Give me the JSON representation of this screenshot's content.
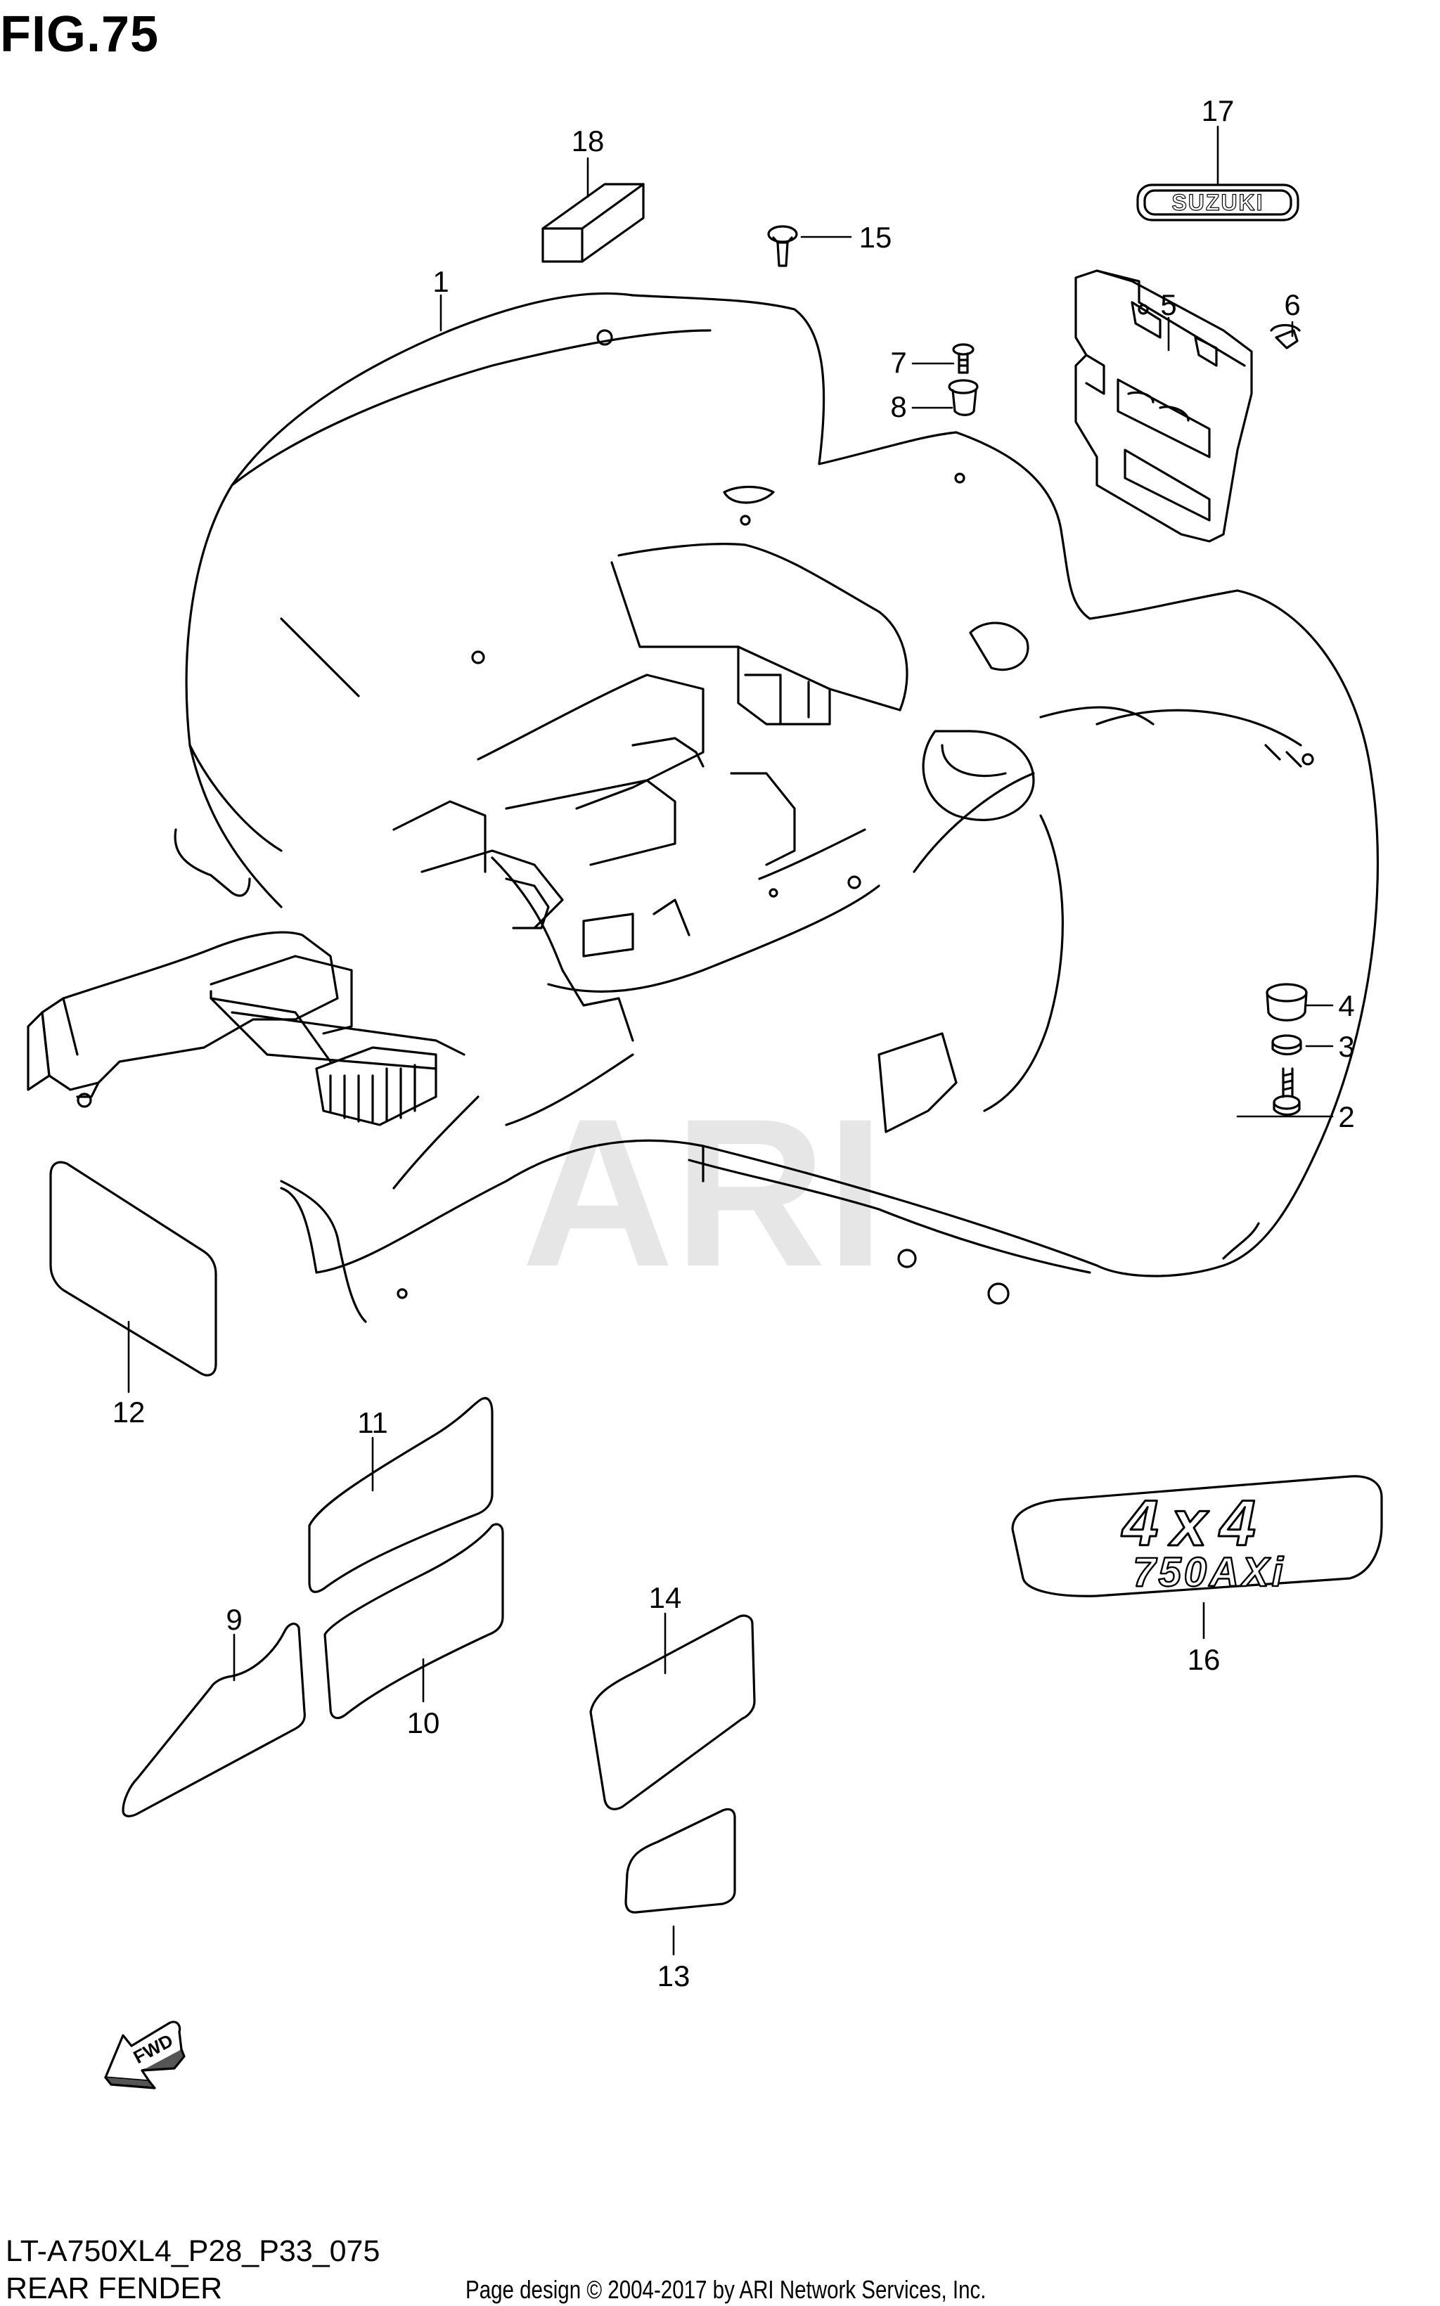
{
  "figure": {
    "title": "FIG.75",
    "model_code": "LT-A750XL4_P28_P33_075",
    "section_name": "REAR FENDER",
    "copyright": "Page design © 2004-2017 by ARI Network Services, Inc.",
    "watermark": "ARI"
  },
  "decals": {
    "brand": "SUZUKI",
    "badge_line1": "4x4",
    "badge_line2": "750AXi",
    "fwd_arrow": "FWD"
  },
  "callouts": {
    "c1": "1",
    "c2": "2",
    "c3": "3",
    "c4": "4",
    "c5": "5",
    "c6": "6",
    "c7": "7",
    "c8": "8",
    "c9": "9",
    "c10": "10",
    "c11": "11",
    "c12": "12",
    "c13": "13",
    "c14": "14",
    "c15": "15",
    "c16": "16",
    "c17": "17",
    "c18": "18"
  }
}
